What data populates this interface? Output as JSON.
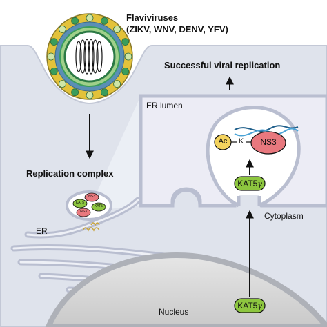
{
  "virus": {
    "title": "Flaviviruses",
    "subtitle": "(ZIKV, WNV, DENV, YFV)"
  },
  "outcome": "Successful viral replication",
  "replication_complex": "Replication complex",
  "er_lumen": "ER lumen",
  "er": "ER",
  "cytoplasm": "Cytoplasm",
  "nucleus": "Nucleus",
  "acetyl": {
    "ac": "Ac",
    "k": "K",
    "ns3": "NS3"
  },
  "kat5_base": "KAT5",
  "kat5_suffix": "γ",
  "small_labels": {
    "ns3": "NS3",
    "kat5": "KAT5",
    "kat5b": "KAT5",
    "ns3b": "NS3"
  },
  "colors": {
    "cytoplasm_bg": "#dfe3ec",
    "er_lumen_bg": "#ececf5",
    "er_membrane": "#b9bed0",
    "nucleus": "#d9d9d9",
    "ns3": "#e8787e",
    "kat5": "#8dc63f",
    "ac": "#f4d35e",
    "virus_yellow": "#e3c23a",
    "virus_green": "#3a9d5b"
  }
}
